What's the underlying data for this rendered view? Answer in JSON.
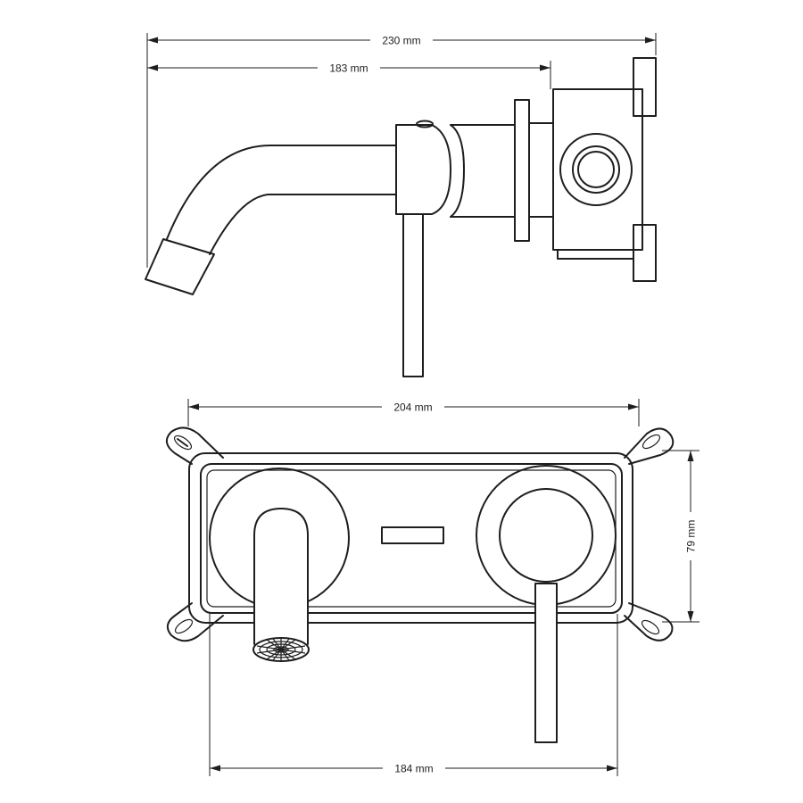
{
  "dimensions": {
    "overall_length": "230 mm",
    "spout_length": "183 mm",
    "mounting_width": "204 mm",
    "plate_height": "79 mm",
    "plate_width": "184 mm"
  }
}
